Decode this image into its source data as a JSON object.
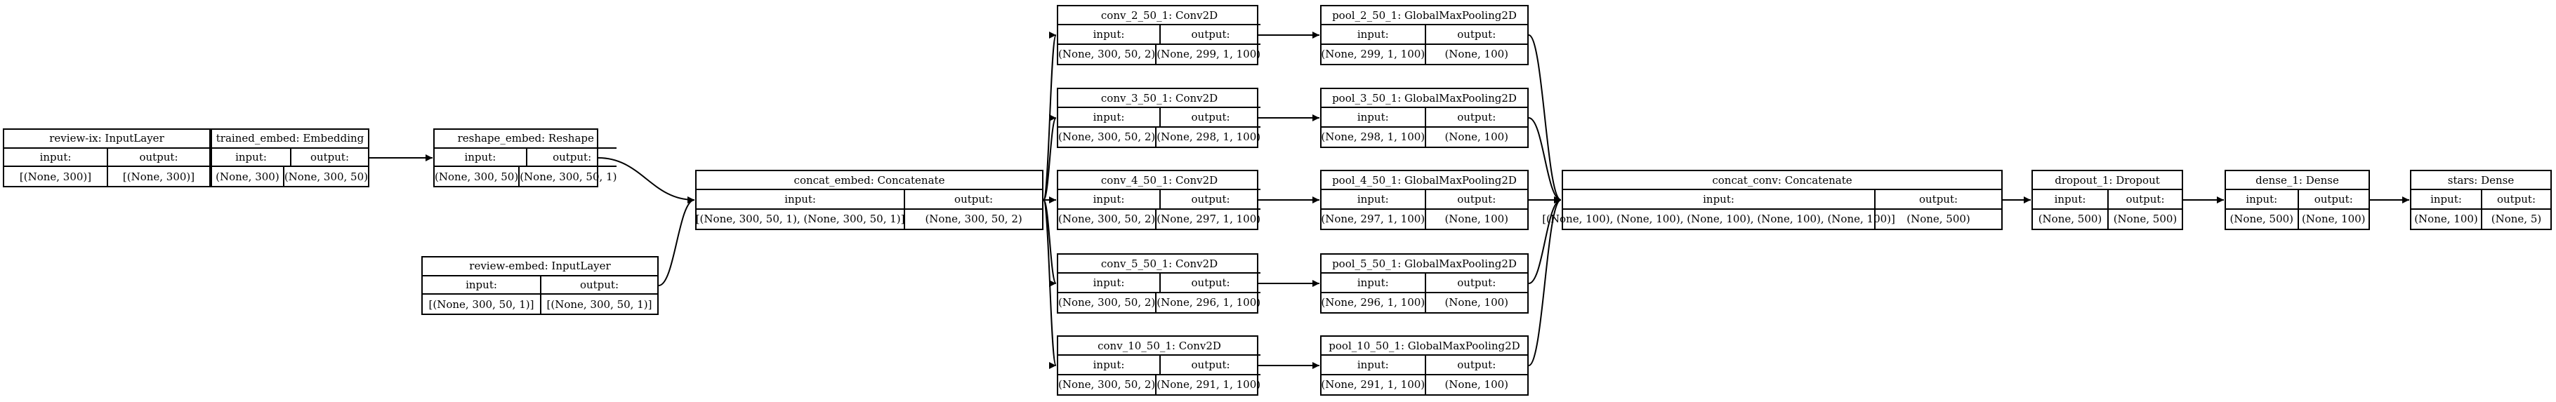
{
  "labels": {
    "input": "input:",
    "output": "output:"
  },
  "nodes": [
    {
      "id": "review_ix",
      "name": "review-ix: InputLayer",
      "input": "[(None, 300)]",
      "output": "[(None, 300)]"
    },
    {
      "id": "trained_embed",
      "name": "trained_embed: Embedding",
      "input": "(None, 300)",
      "output": "(None, 300, 50)"
    },
    {
      "id": "reshape_embed",
      "name": "reshape_embed: Reshape",
      "input": "(None, 300, 50)",
      "output": "(None, 300, 50, 1)"
    },
    {
      "id": "review_embed",
      "name": "review-embed: InputLayer",
      "input": "[(None, 300, 50, 1)]",
      "output": "[(None, 300, 50, 1)]"
    },
    {
      "id": "concat_embed",
      "name": "concat_embed: Concatenate",
      "input": "[(None, 300, 50, 1), (None, 300, 50, 1)]",
      "output": "(None, 300, 50, 2)"
    },
    {
      "id": "conv2",
      "name": "conv_2_50_1: Conv2D",
      "input": "(None, 300, 50, 2)",
      "output": "(None, 299, 1, 100)"
    },
    {
      "id": "conv3",
      "name": "conv_3_50_1: Conv2D",
      "input": "(None, 300, 50, 2)",
      "output": "(None, 298, 1, 100)"
    },
    {
      "id": "conv4",
      "name": "conv_4_50_1: Conv2D",
      "input": "(None, 300, 50, 2)",
      "output": "(None, 297, 1, 100)"
    },
    {
      "id": "conv5",
      "name": "conv_5_50_1: Conv2D",
      "input": "(None, 300, 50, 2)",
      "output": "(None, 296, 1, 100)"
    },
    {
      "id": "conv10",
      "name": "conv_10_50_1: Conv2D",
      "input": "(None, 300, 50, 2)",
      "output": "(None, 291, 1, 100)"
    },
    {
      "id": "pool2",
      "name": "pool_2_50_1: GlobalMaxPooling2D",
      "input": "(None, 299, 1, 100)",
      "output": "(None, 100)"
    },
    {
      "id": "pool3",
      "name": "pool_3_50_1: GlobalMaxPooling2D",
      "input": "(None, 298, 1, 100)",
      "output": "(None, 100)"
    },
    {
      "id": "pool4",
      "name": "pool_4_50_1: GlobalMaxPooling2D",
      "input": "(None, 297, 1, 100)",
      "output": "(None, 100)"
    },
    {
      "id": "pool5",
      "name": "pool_5_50_1: GlobalMaxPooling2D",
      "input": "(None, 296, 1, 100)",
      "output": "(None, 100)"
    },
    {
      "id": "pool10",
      "name": "pool_10_50_1: GlobalMaxPooling2D",
      "input": "(None, 291, 1, 100)",
      "output": "(None, 100)"
    },
    {
      "id": "concat_conv",
      "name": "concat_conv: Concatenate",
      "input": "[(None, 100), (None, 100), (None, 100), (None, 100), (None, 100)]",
      "output": "(None, 500)"
    },
    {
      "id": "dropout",
      "name": "dropout_1: Dropout",
      "input": "(None, 500)",
      "output": "(None, 500)"
    },
    {
      "id": "dense",
      "name": "dense_1: Dense",
      "input": "(None, 500)",
      "output": "(None, 100)"
    },
    {
      "id": "stars",
      "name": "stars: Dense",
      "input": "(None, 100)",
      "output": "(None, 5)"
    }
  ],
  "edges": [
    [
      "review_ix",
      "trained_embed"
    ],
    [
      "trained_embed",
      "reshape_embed"
    ],
    [
      "reshape_embed",
      "concat_embed"
    ],
    [
      "review_embed",
      "concat_embed"
    ],
    [
      "concat_embed",
      "conv2"
    ],
    [
      "concat_embed",
      "conv3"
    ],
    [
      "concat_embed",
      "conv4"
    ],
    [
      "concat_embed",
      "conv5"
    ],
    [
      "concat_embed",
      "conv10"
    ],
    [
      "conv2",
      "pool2"
    ],
    [
      "conv3",
      "pool3"
    ],
    [
      "conv4",
      "pool4"
    ],
    [
      "conv5",
      "pool5"
    ],
    [
      "conv10",
      "pool10"
    ],
    [
      "pool2",
      "concat_conv"
    ],
    [
      "pool3",
      "concat_conv"
    ],
    [
      "pool4",
      "concat_conv"
    ],
    [
      "pool5",
      "concat_conv"
    ],
    [
      "pool10",
      "concat_conv"
    ],
    [
      "concat_conv",
      "dropout"
    ],
    [
      "dropout",
      "dense"
    ],
    [
      "dense",
      "stars"
    ]
  ]
}
